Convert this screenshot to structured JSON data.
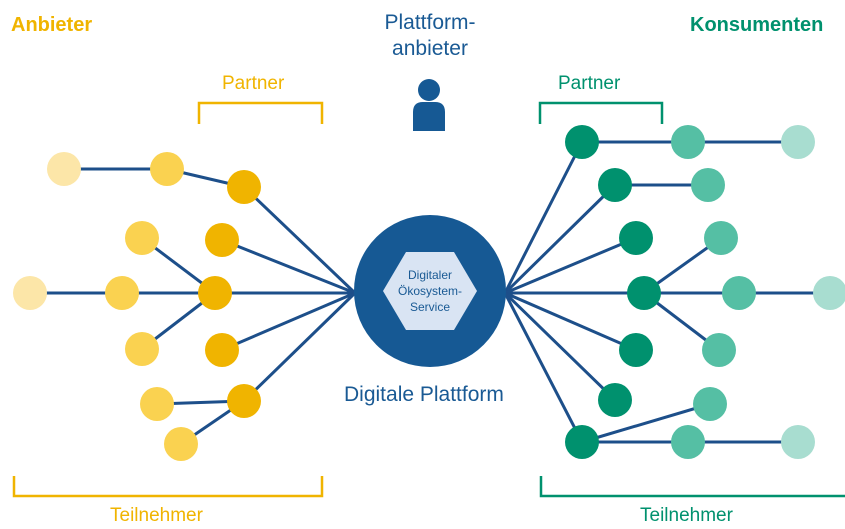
{
  "labels": {
    "provider_side": "Anbieter",
    "consumer_side": "Konsumenten",
    "platform_operator_line1": "Plattform-",
    "platform_operator_line2": "anbieter",
    "partner_left": "Partner",
    "partner_right": "Partner",
    "participants_left": "Teilnehmer",
    "participants_right": "Teilnehmer",
    "platform": "Digitale Plattform",
    "service_line1": "Digitaler",
    "service_line2": "Ökosystem-",
    "service_line3": "Service"
  },
  "icons": {
    "platform_operator": "person-icon"
  },
  "colors": {
    "provider": "#f0b400",
    "provider_mid": "#fad250",
    "provider_light": "#fce6a8",
    "consumer_dark": "#00916e",
    "consumer_mid": "#55bfa4",
    "consumer_light": "#a8ddd0",
    "platform": "#165994",
    "line": "#1d4f8a",
    "service_hex": "#d9e4f3"
  }
}
